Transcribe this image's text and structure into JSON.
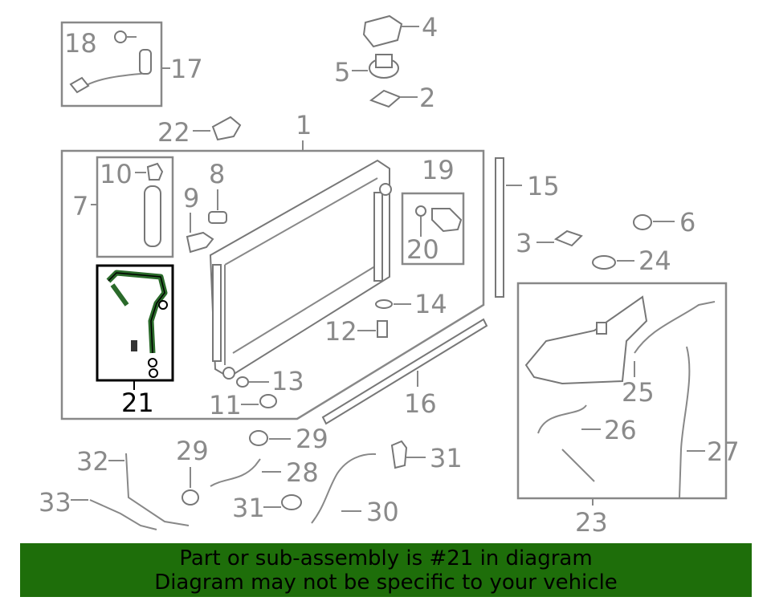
{
  "callouts": {
    "c1": "1",
    "c2": "2",
    "c3": "3",
    "c4": "4",
    "c5": "5",
    "c6": "6",
    "c7": "7",
    "c8": "8",
    "c9": "9",
    "c10": "10",
    "c11": "11",
    "c12": "12",
    "c13": "13",
    "c14": "14",
    "c15": "15",
    "c16": "16",
    "c17": "17",
    "c18": "18",
    "c19": "19",
    "c20": "20",
    "c21": "21",
    "c22": "22",
    "c23": "23",
    "c24": "24",
    "c25": "25",
    "c26": "26",
    "c27": "27",
    "c28": "28",
    "c29": "29",
    "c30": "30",
    "c31a": "31",
    "c31b": "31",
    "c32": "32",
    "c33": "33"
  },
  "highlight": {
    "part": "21",
    "color": "#2a6a2a"
  },
  "banner": {
    "line1": "Part or sub-assembly is #21 in diagram",
    "line2": "Diagram may not be specific to your vehicle",
    "background": "#1e6e0a"
  }
}
